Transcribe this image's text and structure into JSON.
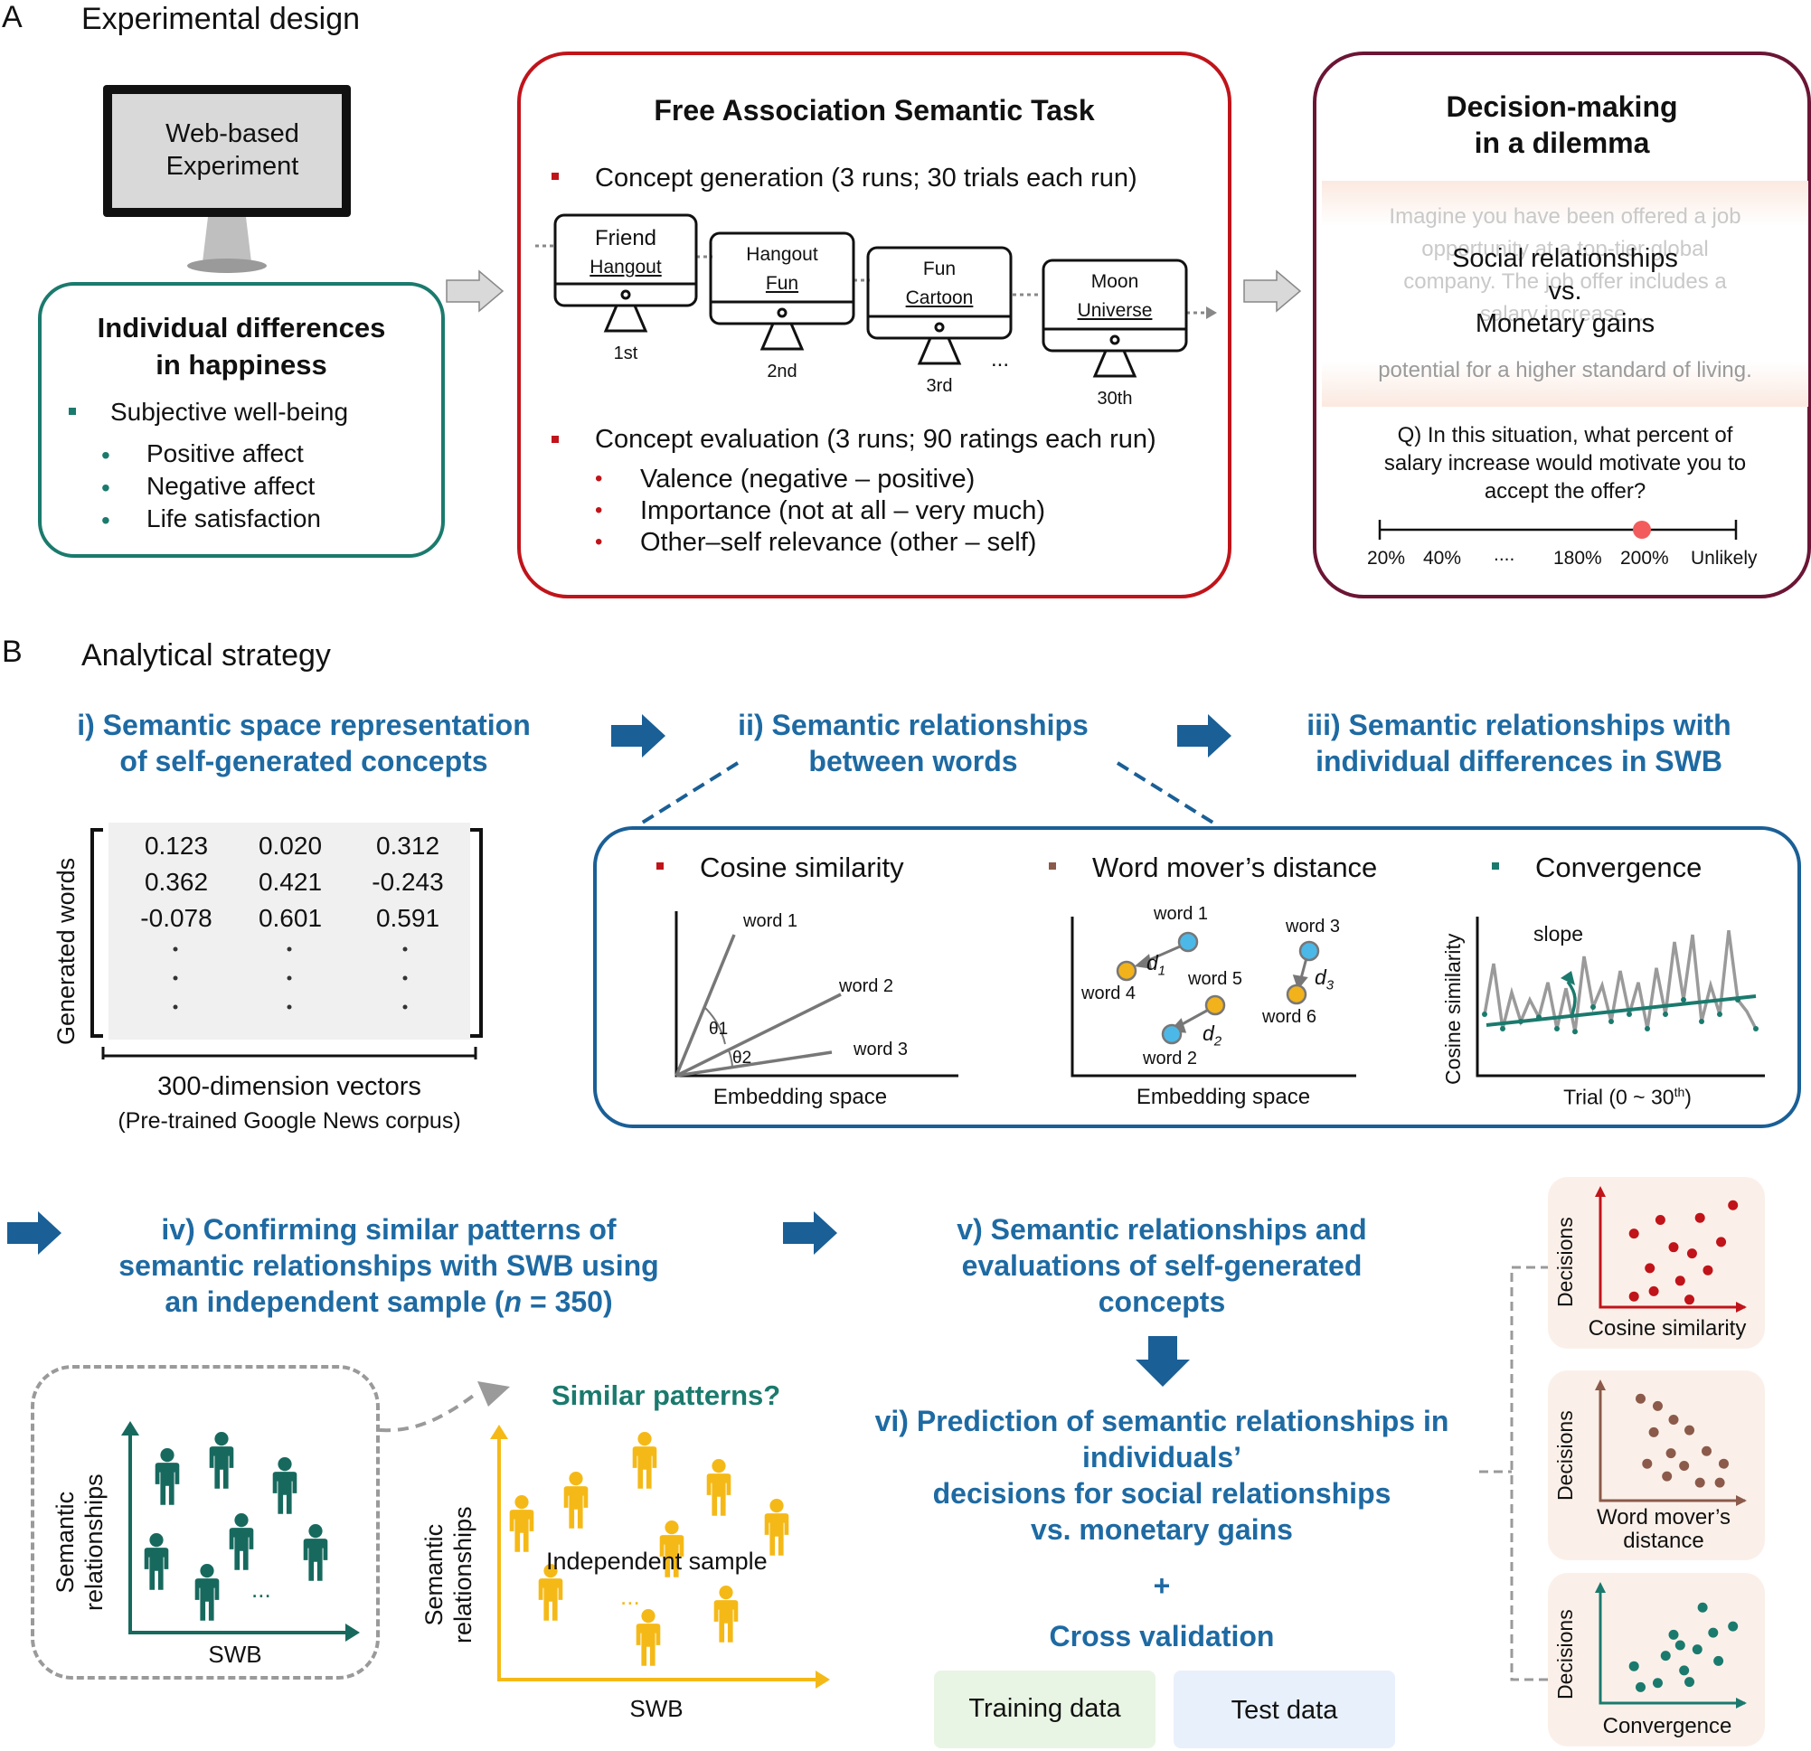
{
  "colors": {
    "teal": "#1a7a6d",
    "red": "#c0141a",
    "maroon": "#6b1535",
    "blue": "#1e6aa3",
    "navy": "#1a5f96",
    "brown": "#8b5a4a",
    "orange_dot": "#f2b21b",
    "cyan_dot": "#4cb8e8",
    "yellow_person": "#f5b917",
    "teal_person": "#17695e"
  },
  "panelA": {
    "letter": "A",
    "title": "Experimental design",
    "monitor_text": [
      "Web-based",
      "Experiment"
    ],
    "happiness_box": {
      "title_line1": "Individual differences",
      "title_line2": "in happiness",
      "main_item": "Subjective well-being",
      "sub_items": [
        "Positive affect",
        "Negative affect",
        "Life satisfaction"
      ]
    },
    "task_box": {
      "title": "Free Association Semantic Task",
      "generation": "Concept generation (3 runs; 30 trials each run)",
      "monitors": [
        {
          "top": "Friend",
          "bottom": "Hangout",
          "label": "1st"
        },
        {
          "top": "Hangout",
          "bottom": "Fun",
          "label": "2nd"
        },
        {
          "top": "Fun",
          "bottom": "Cartoon",
          "label": "3rd"
        },
        {
          "top": "Moon",
          "bottom": "Universe",
          "label": "30th"
        }
      ],
      "ellipsis": "...",
      "evaluation": "Concept evaluation (3 runs; 90 ratings each run)",
      "eval_items": [
        "Valence (negative  – positive)",
        "Importance (not at all  – very much)",
        "Other–self relevance (other – self)"
      ]
    },
    "dilemma_box": {
      "title_line1": "Decision-making",
      "title_line2": "in a dilemma",
      "faded_lines": [
        "Imagine you have been offered a job",
        "opportunity at a top-tier global",
        "company. The job offer includes a",
        "salary increase ..."
      ],
      "faded_bottom": "potential for a higher standard of living.",
      "overlay_line1": "Social relationships",
      "overlay_vs": "vs.",
      "overlay_line2": "Monetary gains",
      "question_lines": [
        "Q) In this situation, what percent of",
        "salary increase would motivate you to",
        "accept the offer?"
      ],
      "scale_labels": [
        "20%",
        "40%",
        "....",
        "180%",
        "200%",
        "Unlikely"
      ]
    }
  },
  "panelB": {
    "letter": "B",
    "title": "Analytical strategy",
    "step1": [
      "i) Semantic space representation",
      "of self-generated concepts"
    ],
    "step2": [
      "ii) Semantic relationships",
      "between words"
    ],
    "step3": [
      "iii) Semantic relationships with",
      "individual differences in SWB"
    ],
    "matrix": {
      "rows": [
        [
          "0.123",
          "0.020",
          "0.312"
        ],
        [
          "0.362",
          "0.421",
          "-0.243"
        ],
        [
          "-0.078",
          "0.601",
          "0.591"
        ]
      ],
      "ylabel": "Generated words",
      "caption1": "300-dimension vectors",
      "caption2": "(Pre-trained Google News corpus)"
    },
    "metrics": {
      "cosine": {
        "title": "Cosine similarity",
        "words": [
          "word 1",
          "word 2",
          "word 3"
        ],
        "angles": [
          "θ1",
          "θ2"
        ],
        "xlabel": "Embedding space"
      },
      "wmd": {
        "title": "Word mover’s distance",
        "words": [
          "word 1",
          "word 4",
          "word 5",
          "word 2",
          "word 3",
          "word 6"
        ],
        "distances": [
          "d",
          "d",
          "d"
        ],
        "subscripts": [
          "1",
          "2",
          "3"
        ],
        "xlabel": "Embedding space"
      },
      "convergence": {
        "title": "Convergence",
        "slope_label": "slope",
        "ylabel": "Cosine similarity",
        "xlabel": "Trial (0 ~ 30",
        "xlabel_sup": "th",
        "xlabel_end": ")"
      }
    },
    "step4": [
      "iv) Confirming similar patterns of",
      "semantic relationships with SWB using",
      "an independent sample (",
      "n",
      " = 350)"
    ],
    "step5": [
      "v) Semantic relationships and",
      "evaluations of self-generated",
      "concepts"
    ],
    "step6": [
      "vi) Prediction of semantic relationships in",
      "individuals’",
      "decisions for social relationships",
      "vs. monetary gains"
    ],
    "plus": "+",
    "cross_validation": "Cross validation",
    "training": "Training data",
    "test": "Test data",
    "similar_patterns": "Similar patterns?",
    "independent_sample": "Independent sample",
    "left_plot": {
      "ylabel": [
        "Semantic",
        "relationships"
      ],
      "xlabel": "SWB",
      "dots": "..."
    },
    "right_plot": {
      "ylabel": [
        "Semantic",
        "relationships"
      ],
      "xlabel": "SWB",
      "dots": "..."
    },
    "scatter_panels": [
      {
        "ylabel": "Decisions",
        "xlabel": [
          "Cosine similarity"
        ]
      },
      {
        "ylabel": "Decisions",
        "xlabel": [
          "Word mover’s",
          "distance"
        ]
      },
      {
        "ylabel": "Decisions",
        "xlabel": [
          "Convergence"
        ]
      }
    ]
  }
}
